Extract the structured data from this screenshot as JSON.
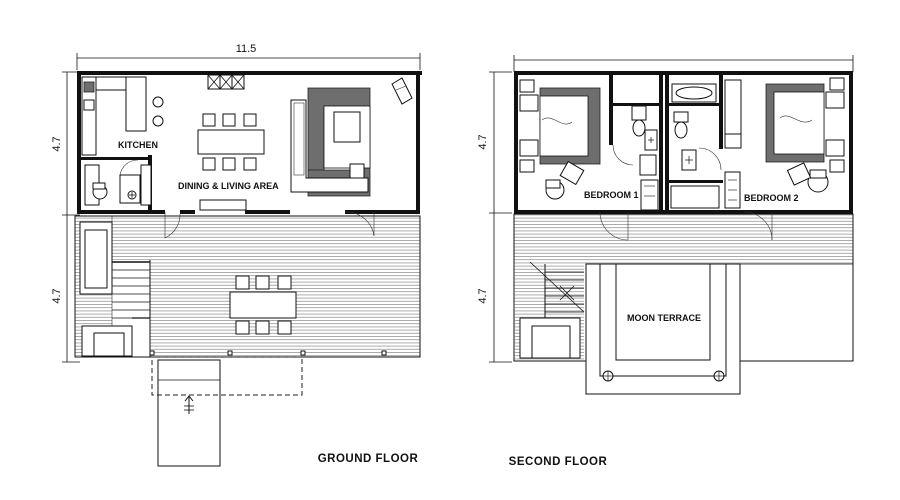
{
  "dimensions": {
    "width": "11.5",
    "ground_upper": "4.7",
    "ground_lower": "4.7",
    "second_upper": "4.7",
    "second_lower": "4.7"
  },
  "rooms": {
    "kitchen": "KITCHEN",
    "dining_living": "DINING & LIVING AREA",
    "bedroom_1": "BEDROOM 1",
    "bedroom_2": "BEDROOM 2",
    "moon_terrace": "MOON TERRACE"
  },
  "titles": {
    "ground": "GROUND  FLOOR",
    "second": "SECOND  FLOOR"
  }
}
